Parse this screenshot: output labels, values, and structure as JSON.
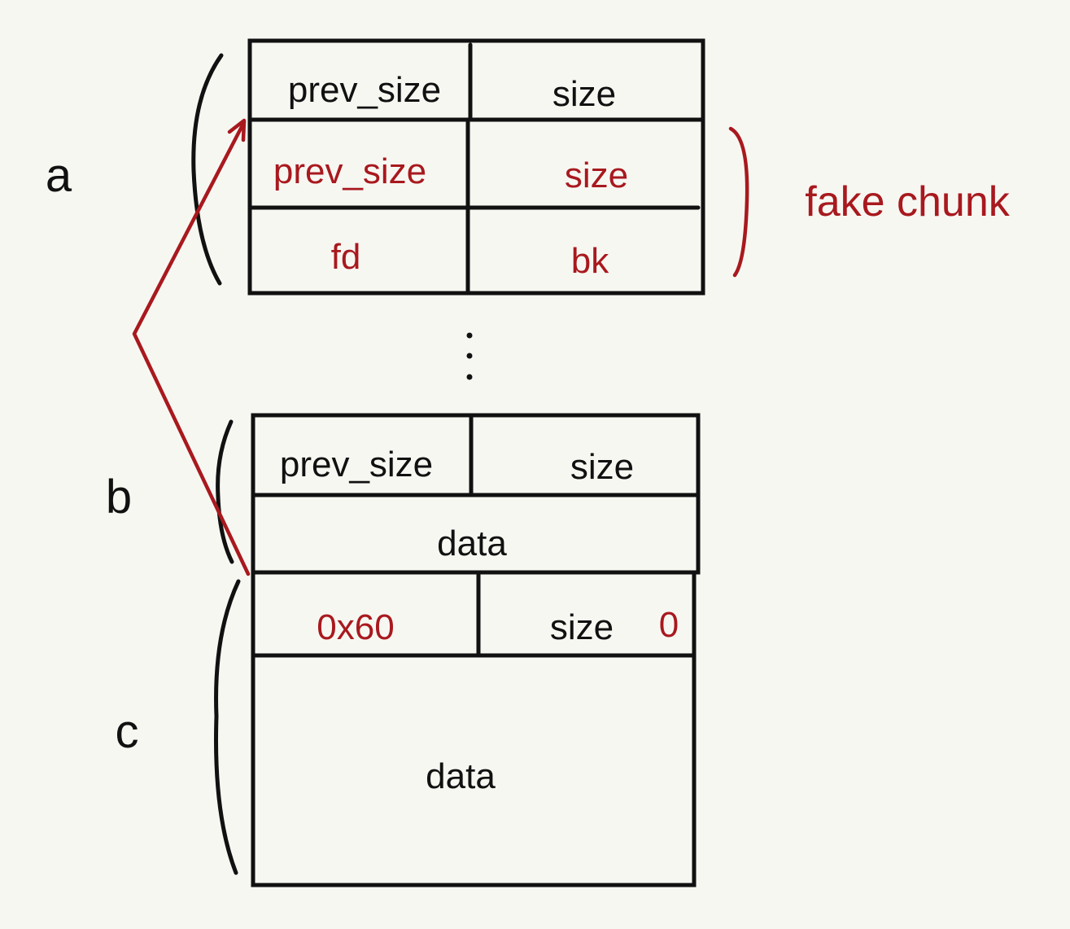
{
  "labels": {
    "a": "a",
    "b": "b",
    "c": "c"
  },
  "chunk_a": {
    "prev_size": "prev_size",
    "size": "size"
  },
  "fake_chunk": {
    "prev_size": "prev_size",
    "size": "size",
    "fd": "fd",
    "bk": "bk",
    "label": "fake chunk"
  },
  "chunk_b": {
    "prev_size": "prev_size",
    "size": "size",
    "data": "data"
  },
  "chunk_c": {
    "prev_size": "0x60",
    "size": "size",
    "size_flag": "0",
    "data": "data"
  },
  "colors": {
    "ink": "#111111",
    "highlight": "#a8191e",
    "background": "#f7f7f2"
  }
}
